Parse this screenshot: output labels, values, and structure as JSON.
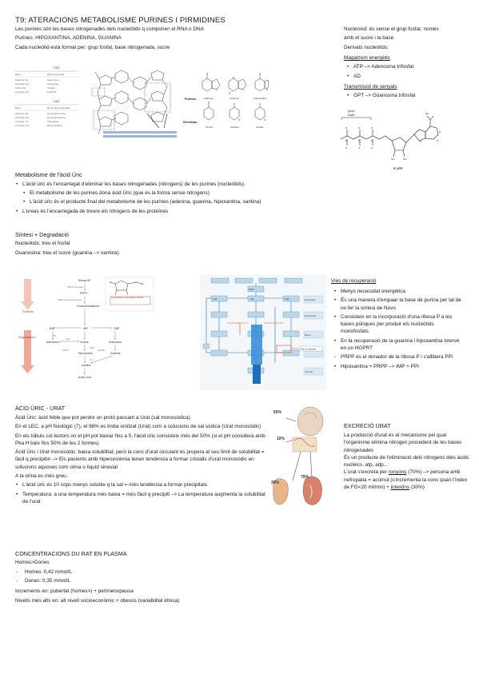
{
  "title": "T9: ATERACIONS METABOLISME PURINES I PIRMIDINES",
  "intro": [
    "Les purines són les bases nitrogenades dels nucleòtids q componen el RNA o DNA",
    "Purines: HIPOXANTINA, ADENINA, GUANINA",
    "Cada nucleòtid està format per: grup fosfat, base nitrogenada, sucre"
  ],
  "fig1": {
    "rna_label": "RNA",
    "dna_label": "DNA",
    "rna_rows": [
      [
        "Base",
        "Ribonucleoside"
      ],
      [
        "Adenine (A)",
        "Adenosine"
      ],
      [
        "Guanine (G)",
        "Guanosine"
      ],
      [
        "Uracil (U)",
        "Uridine"
      ],
      [
        "Cytosine (C)",
        "Cytidine"
      ]
    ],
    "dna_rows": [
      [
        "Base",
        "Deoxyribonucleoside"
      ],
      [
        "Adenine (A)",
        "Deoxyadenosine"
      ],
      [
        "Guanine (G)",
        "Deoxyguanosine"
      ],
      [
        "Thymine (T)",
        "Thymidine"
      ],
      [
        "Cytosine (C)",
        "Deoxycytidine"
      ]
    ],
    "purines_label": "Purines",
    "pyrimidines_label": "Pirimidinas",
    "purine_names": [
      "Adenina",
      "Guanina",
      "Hipoxantina"
    ],
    "pyrimidine_names": [
      "Timina",
      "Citosina",
      "Uracilo"
    ]
  },
  "right_top": {
    "lines": [
      "Nucleòsid: és sense el grup fosfat, només",
      "amb el sucre i la base",
      "Derivats nucleòtids:"
    ],
    "energy_title": "Magatzem energètic",
    "energy_items": [
      "ATP –> Adenosina trifosfat",
      "AD"
    ],
    "signal_title": "Transmissió de senyals",
    "signal_items": [
      "GPT –> Güanosina trifosfat"
    ],
    "atp_fig": {
      "grupo_label_1": "grupo",
      "grupo_label_2": "fosfat",
      "caption": "5'-ATP"
    }
  },
  "metab": {
    "heading": "Metabolisme de l'àcid Úric",
    "items": [
      {
        "level": 1,
        "text": "L'àcid úric és l'encarregat d'eliminar les bases nitrogenades (nitrogens) de les purines (nucleòtids)."
      },
      {
        "level": 2,
        "text": "El metabolisme de les purines dona àcid Úric (que és la forma sense nitrogens)"
      },
      {
        "level": 2,
        "text": "L'àcid úric és el producte final del metabolisme de les purines (adenina, guanina, hipoxantina, xantina)"
      },
      {
        "level": 1,
        "text": "L'ureas és l'encarregada de treure els nitrogens de les proteïnes"
      }
    ]
  },
  "sintesi": {
    "heading": "Síntesi + Degradació",
    "lines": [
      "Nucleòtids: treu el fosfat",
      "Guanosina: treu el sucre (guanina –> xantina)"
    ]
  },
  "fig2": {
    "side_top": "Síntesis",
    "side_bottom": "Degradación",
    "nodes": [
      "Ribosa-5P",
      "PRPP sintetasa",
      "PRPP",
      "PRPP amidotransferasa",
      "5-fosforibosilamina",
      "AMP",
      "IMP",
      "GMP",
      "Adenosina",
      "Inosina",
      "Guanosina",
      "Hipoxantina",
      "Guanina",
      "Xantina",
      "Ácido úrico"
    ],
    "enzymes": [
      "5'N",
      "ADA",
      "PNP",
      "XO",
      "HGPRT",
      "APRT"
    ],
    "inset": "5-Fosforibosil-1-pirofosfato (PRPP)"
  },
  "fig3": {
    "box_labels": [
      "Ribose 5-phosphate",
      "PRPP",
      "IMP",
      "AMP",
      "GMP",
      "Nucleotides",
      "Nucleosides",
      "Bases",
      "Uric acid"
    ],
    "legend": "Pop de nucleòtids"
  },
  "vies": {
    "heading": "Vies de recuperació",
    "items": [
      {
        "dash": false,
        "text": "Menys necessitat energètica"
      },
      {
        "dash": false,
        "text": "És una manera d'empaar la base de purina per tal de no fer la síntesi de Novo"
      },
      {
        "dash": false,
        "text": "Consisteix en la incorporació d'una ribosa P a les bases púriques per produir els nucleòtids monofosfats"
      },
      {
        "dash": false,
        "text": "En la recuperació de la guanina i hipoxantina intervé en un HGPRT"
      },
      {
        "dash": true,
        "text": "PRPP és el donador de la ribosa P i s'allibera PPi"
      },
      {
        "dash": false,
        "text": "Hipoxantina + PRPP –> IMP + PPi"
      }
    ]
  },
  "acid_uric": {
    "heading": "ÀCID ÚRIC - URAT",
    "lines": [
      "Àcid Úric: àcid feble que pot perdre un protó passant a Urat (sal monosòdica)",
      "En el LEC, a pH fisiològic (7), el 98% es troba ionitzat (Urat) com a solucions de sal sòdica (Urat monosòdic)",
      "En els túbuls col·lectors on el pH pot baixar fins a 5, l'àcid úric consisteix més del 50% (si el pH considera amb Pka H baix fins 50% de les 2 formes)",
      "Àcid Úric i Urat monosòdic: baixa solubilitat, però la conc d'urat circulant és propera al seu límit de solubilitat = fàcil q precipitin –> Els pacients amb hiperuricèmia tenen tendència a formar cristalls d'urat monosòdic en solucions aquoses com orina o líquid sinovial",
      "A la orina es més greu:"
    ],
    "items": [
      "L'àcid úric és 10 cops menys soluble q la sal = més tendència a formar precipitats",
      "Temperatura: a una temperatura més baixa = més fàcil q precipiti –> La temperatura augmenta la solubilitat de l'urat"
    ]
  },
  "fig4": {
    "pct_top": "60%",
    "pct_mid": "10%",
    "pct_left": "30%",
    "pct_right": "70%"
  },
  "excrecio": {
    "heading": "EXCRECIÓ URAT",
    "lines": [
      "La producció d'urat és el mecanisme pel qual l'organisme elimina nitrogen procedent de les bases nitrogenades",
      "És un producte de l'eliminació dels nitrogens dels àcids nucleics, atp, adp..."
    ],
    "para_a": "L'urat s'excreta per ",
    "ronyons": "ronyons",
    "para_b": " (70%) –> persona amb nefropatia = acúmul (s'incrementa la conc quan l'índex de FG<20 ml/min) + ",
    "intesti": "intestins",
    "para_c": " (30%)"
  },
  "conc": {
    "heading": "CONCENTRACIONS DU RAT EN PLASMA",
    "line1": "Homes>Dones",
    "items": [
      "Homes: 0,42 mmol/L",
      "Dones: 0,35 mmol/L"
    ],
    "lines2": [
      "Increments en: pubertat (homes>) + perimenopausa",
      "Nivells més alts en: alt nivell socioeconòmic + obesos (variabilitat ètnica)"
    ]
  }
}
